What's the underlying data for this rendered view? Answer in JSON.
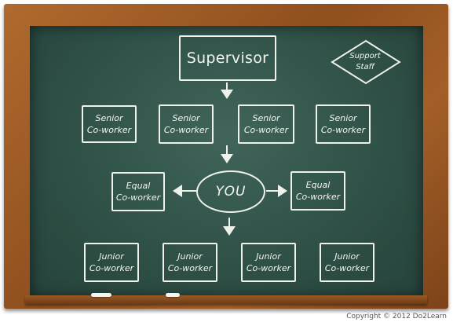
{
  "supervisor": "Supervisor",
  "support_staff": "Support\nStaff",
  "you": "YOU",
  "senior": [
    "Senior\nCo-worker",
    "Senior\nCo-worker",
    "Senior\nCo-worker",
    "Senior\nCo-worker"
  ],
  "equal": [
    "Equal\nCo-worker",
    "Equal\nCo-worker"
  ],
  "junior": [
    "Junior\nCo-worker",
    "Junior\nCo-worker",
    "Junior\nCo-worker",
    "Junior\nCo-worker"
  ],
  "copyright": "Copyright © 2012 Do2Learn",
  "colors": {
    "chalk": "#eef2ea",
    "board": "#2f5147",
    "frame": "#9a5a26"
  }
}
